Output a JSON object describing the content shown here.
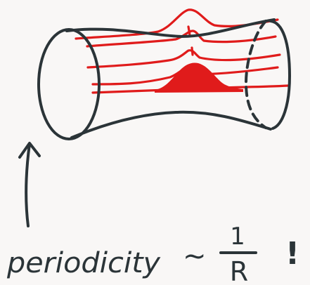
{
  "colors": {
    "ink": "#2b3438",
    "accent": "#e01b1b",
    "paper": "#f9f7f6"
  },
  "caption": {
    "word": "periodicity",
    "tilde": "~",
    "numerator": "1",
    "denominator": "R",
    "exclamation": "!"
  }
}
